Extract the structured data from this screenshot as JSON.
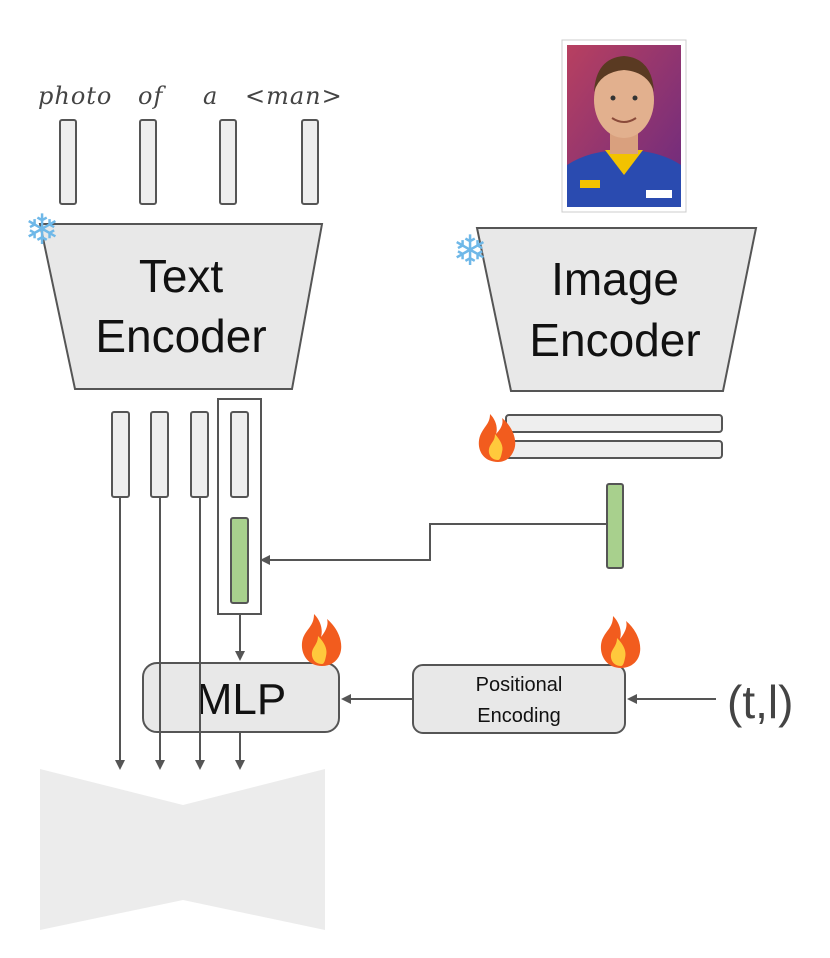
{
  "prompt_tokens": [
    "photo",
    "of",
    "a",
    "<man>"
  ],
  "text_encoder": {
    "line1": "Text",
    "line2": "Encoder"
  },
  "image_encoder": {
    "line1": "Image",
    "line2": "Encoder"
  },
  "mlp": {
    "label": "MLP"
  },
  "positional_encoding": {
    "line1": "Positional",
    "line2": "Encoding"
  },
  "timestep_input": "(t,l)",
  "colors": {
    "block_fill": "#e8e8e8",
    "block_stroke": "#555555",
    "token_fill": "#eeeeee",
    "injected_token_fill": "#a8d08d",
    "unet_fill": "#ececec",
    "arrow": "#555555"
  },
  "icons": {
    "frozen": "snowflake-icon",
    "trainable": "fire-icon"
  }
}
